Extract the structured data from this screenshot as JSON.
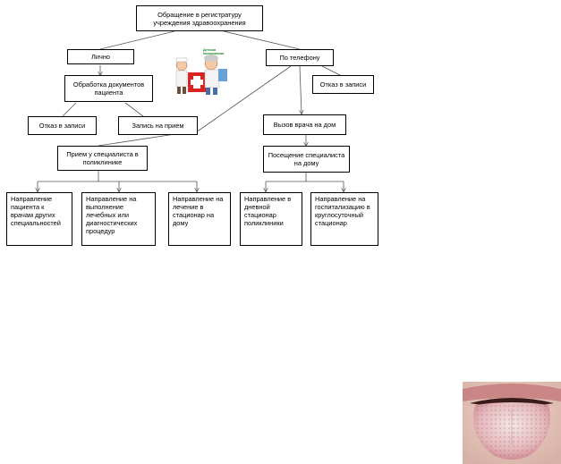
{
  "diagram": {
    "root": "Обращение в регистратуру учреждения здравоохранения",
    "in_person": "Лично",
    "by_phone": "По телефону",
    "doc_processing": "Обработка документов пациента",
    "refusal_left": "Отказ в записи",
    "appointment": "Запись на прием",
    "refusal_right": "Отказ в записи",
    "home_call": "Вызов врача на дом",
    "clinic_specialist": "Прием у специалиста в поликлинике",
    "home_visit": "Посещение специалиста на дому",
    "outcomes": [
      "Направление пациента к врачам других специальностей",
      "Направление на выполнение лечебных или диагностических процедур",
      "Направление на лечение в стационар на дому",
      "Направление в дневной стационар поликлиники",
      "Направление на госпитализацию в круглосуточный стационар"
    ]
  },
  "illustration": {
    "caption": "Детская поликлиника",
    "icon": "doctors-cartoon"
  },
  "photo": {
    "icon": "tongue-photo"
  }
}
